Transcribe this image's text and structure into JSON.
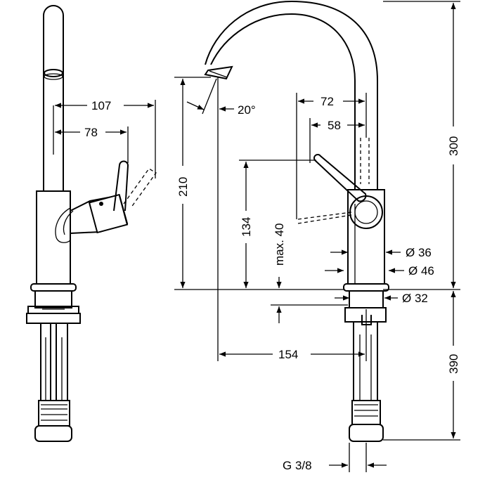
{
  "dimensions": {
    "d107": "107",
    "d78": "78",
    "d20deg": "20°",
    "d72": "72",
    "d58": "58",
    "d210": "210",
    "d134": "134",
    "dmax40": "max. 40",
    "d300": "300",
    "dia36": "Ø 36",
    "dia46": "Ø 46",
    "dia32": "Ø 32",
    "d154": "154",
    "d390": "390",
    "g38": "G 3/8"
  }
}
